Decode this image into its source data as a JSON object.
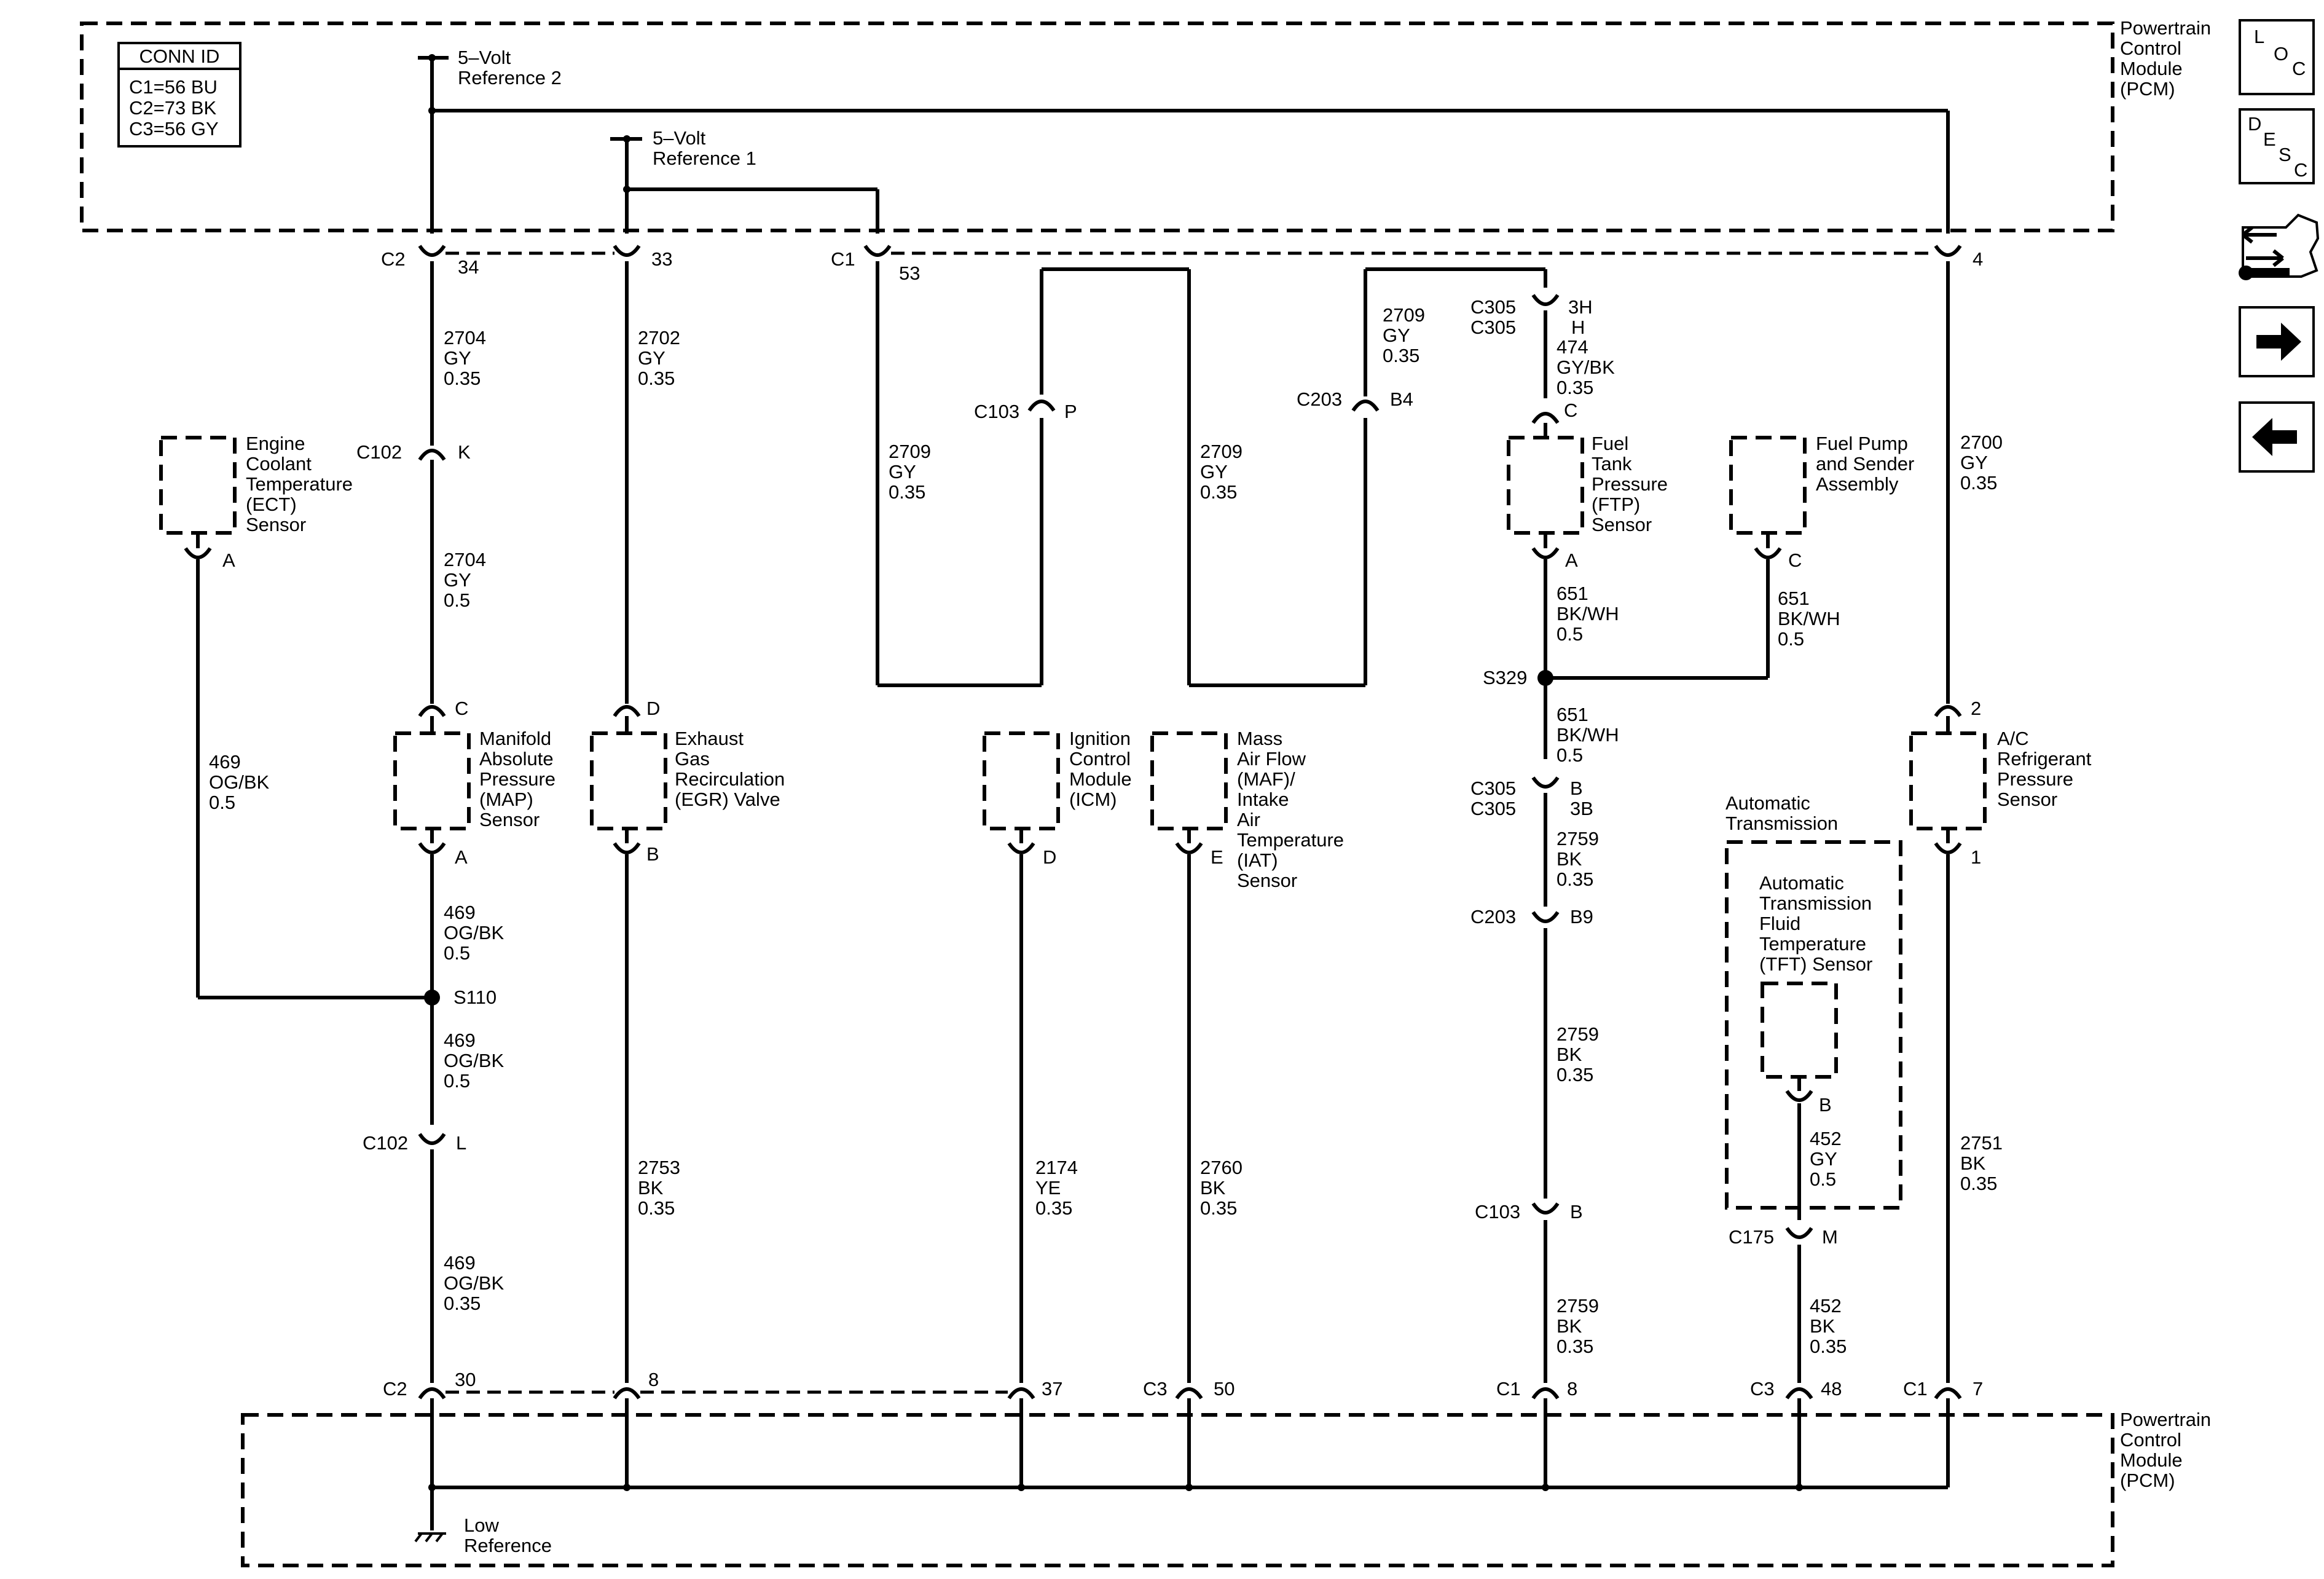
{
  "pcm": {
    "top_label": [
      "Powertrain",
      "Control",
      "Module",
      "(PCM)"
    ],
    "bottom_label": [
      "Powertrain",
      "Control",
      "Module",
      "(PCM)"
    ]
  },
  "conn_id": {
    "title": "CONN ID",
    "lines": [
      "C1=56 BU",
      "C2=73 BK",
      "C3=56 GY"
    ]
  },
  "refs": {
    "ref2": [
      "5–Volt",
      "Reference 2"
    ],
    "ref1": [
      "5–Volt",
      "Reference 1"
    ],
    "low_ref": [
      "Low",
      "Reference"
    ]
  },
  "components": {
    "ect": [
      "Engine",
      "Coolant",
      "Temperature",
      "(ECT)",
      "Sensor"
    ],
    "map": [
      "Manifold",
      "Absolute",
      "Pressure",
      "(MAP)",
      "Sensor"
    ],
    "egr": [
      "Exhaust",
      "Gas",
      "Recirculation",
      "(EGR) Valve"
    ],
    "icm": [
      "Ignition",
      "Control",
      "Module",
      "(ICM)"
    ],
    "maf": [
      "Mass",
      "Air Flow",
      "(MAF)/",
      "Intake",
      "Air",
      "Temperature",
      "(IAT)",
      "Sensor"
    ],
    "ftp": [
      "Fuel",
      "Tank",
      "Pressure",
      "(FTP)",
      "Sensor"
    ],
    "fuel_pump": [
      "Fuel Pump",
      "and Sender",
      "Assembly"
    ],
    "ac": [
      "A/C",
      "Refrigerant",
      "Pressure",
      "Sensor"
    ],
    "auto_trans": [
      "Automatic",
      "Transmission"
    ],
    "tft": [
      "Automatic",
      "Transmission",
      "Fluid",
      "Temperature",
      "(TFT) Sensor"
    ]
  },
  "wires": {
    "w2704_upper": [
      "2704",
      "GY",
      "0.35"
    ],
    "w2704_lower": [
      "2704",
      "GY",
      "0.5"
    ],
    "w2702": [
      "2702",
      "GY",
      "0.35"
    ],
    "w2709_left": [
      "2709",
      "GY",
      "0.35"
    ],
    "w2709_mid": [
      "2709",
      "GY",
      "0.35"
    ],
    "w2709_right": [
      "2709",
      "GY",
      "0.35"
    ],
    "w474": [
      "474",
      "GY/BK",
      "0.35"
    ],
    "w651_a": [
      "651",
      "BK/WH",
      "0.5"
    ],
    "w651_c": [
      "651",
      "BK/WH",
      "0.5"
    ],
    "w651_s": [
      "651",
      "BK/WH",
      "0.5"
    ],
    "w2759_a": [
      "2759",
      "BK",
      "0.35"
    ],
    "w2759_b": [
      "2759",
      "BK",
      "0.35"
    ],
    "w2759_c": [
      "2759",
      "BK",
      "0.35"
    ],
    "w2700": [
      "2700",
      "GY",
      "0.35"
    ],
    "w469_ect": [
      "469",
      "OG/BK",
      "0.5"
    ],
    "w469_a": [
      "469",
      "OG/BK",
      "0.5"
    ],
    "w469_b": [
      "469",
      "OG/BK",
      "0.5"
    ],
    "w469_c": [
      "469",
      "OG/BK",
      "0.35"
    ],
    "w2753": [
      "2753",
      "BK",
      "0.35"
    ],
    "w2174": [
      "2174",
      "YE",
      "0.35"
    ],
    "w2760": [
      "2760",
      "BK",
      "0.35"
    ],
    "w452_a": [
      "452",
      "GY",
      "0.5"
    ],
    "w452_b": [
      "452",
      "BK",
      "0.35"
    ],
    "w2751": [
      "2751",
      "BK",
      "0.35"
    ]
  },
  "connectors": {
    "c2_top": "C2",
    "p34": "34",
    "p33": "33",
    "c1_top": "C1",
    "p53": "53",
    "p4": "4",
    "c102_k": "C102",
    "pin_k": "K",
    "c103_p": "C103",
    "pin_p": "P",
    "c203_b4": "C203",
    "pin_b4": "B4",
    "c305_a": "C305",
    "c305_b": "C305",
    "pin_3h": "3H",
    "pin_h": "H",
    "pin_c_ftp": "C",
    "pin_a_ftp": "A",
    "pin_c_fp": "C",
    "pin_a_ect": "A",
    "pin_c_map": "C",
    "pin_a_map": "A",
    "pin_d_egr": "D",
    "pin_b_egr": "B",
    "pin_d_icm": "D",
    "pin_e_maf": "E",
    "s329": "S329",
    "s110": "S110",
    "c305_c": "C305",
    "c305_d": "C305",
    "pin_b_c305": "B",
    "pin_3b": "3B",
    "c203_b9": "C203",
    "pin_b9": "B9",
    "c103_b": "C103",
    "pin_b_c103": "B",
    "pin_2_ac": "2",
    "pin_1_ac": "1",
    "pin_b_tft": "B",
    "c175": "C175",
    "pin_m": "M",
    "c102_l": "C102",
    "pin_l": "L",
    "c2_bot": "C2",
    "p30": "30",
    "p8a": "8",
    "p37": "37",
    "c3_a": "C3",
    "p50": "50",
    "c1_b": "C1",
    "p8b": "8",
    "c3_b": "C3",
    "p48": "48",
    "c1_c": "C1",
    "p7": "7"
  },
  "side_icons": {
    "loc": [
      "L",
      "O",
      "C"
    ],
    "desc": [
      "D",
      "E",
      "S",
      "C"
    ],
    "icons": [
      "loc-icon",
      "desc-icon",
      "connector-repair-icon",
      "next-page-arrow-icon",
      "previous-page-arrow-icon"
    ]
  }
}
